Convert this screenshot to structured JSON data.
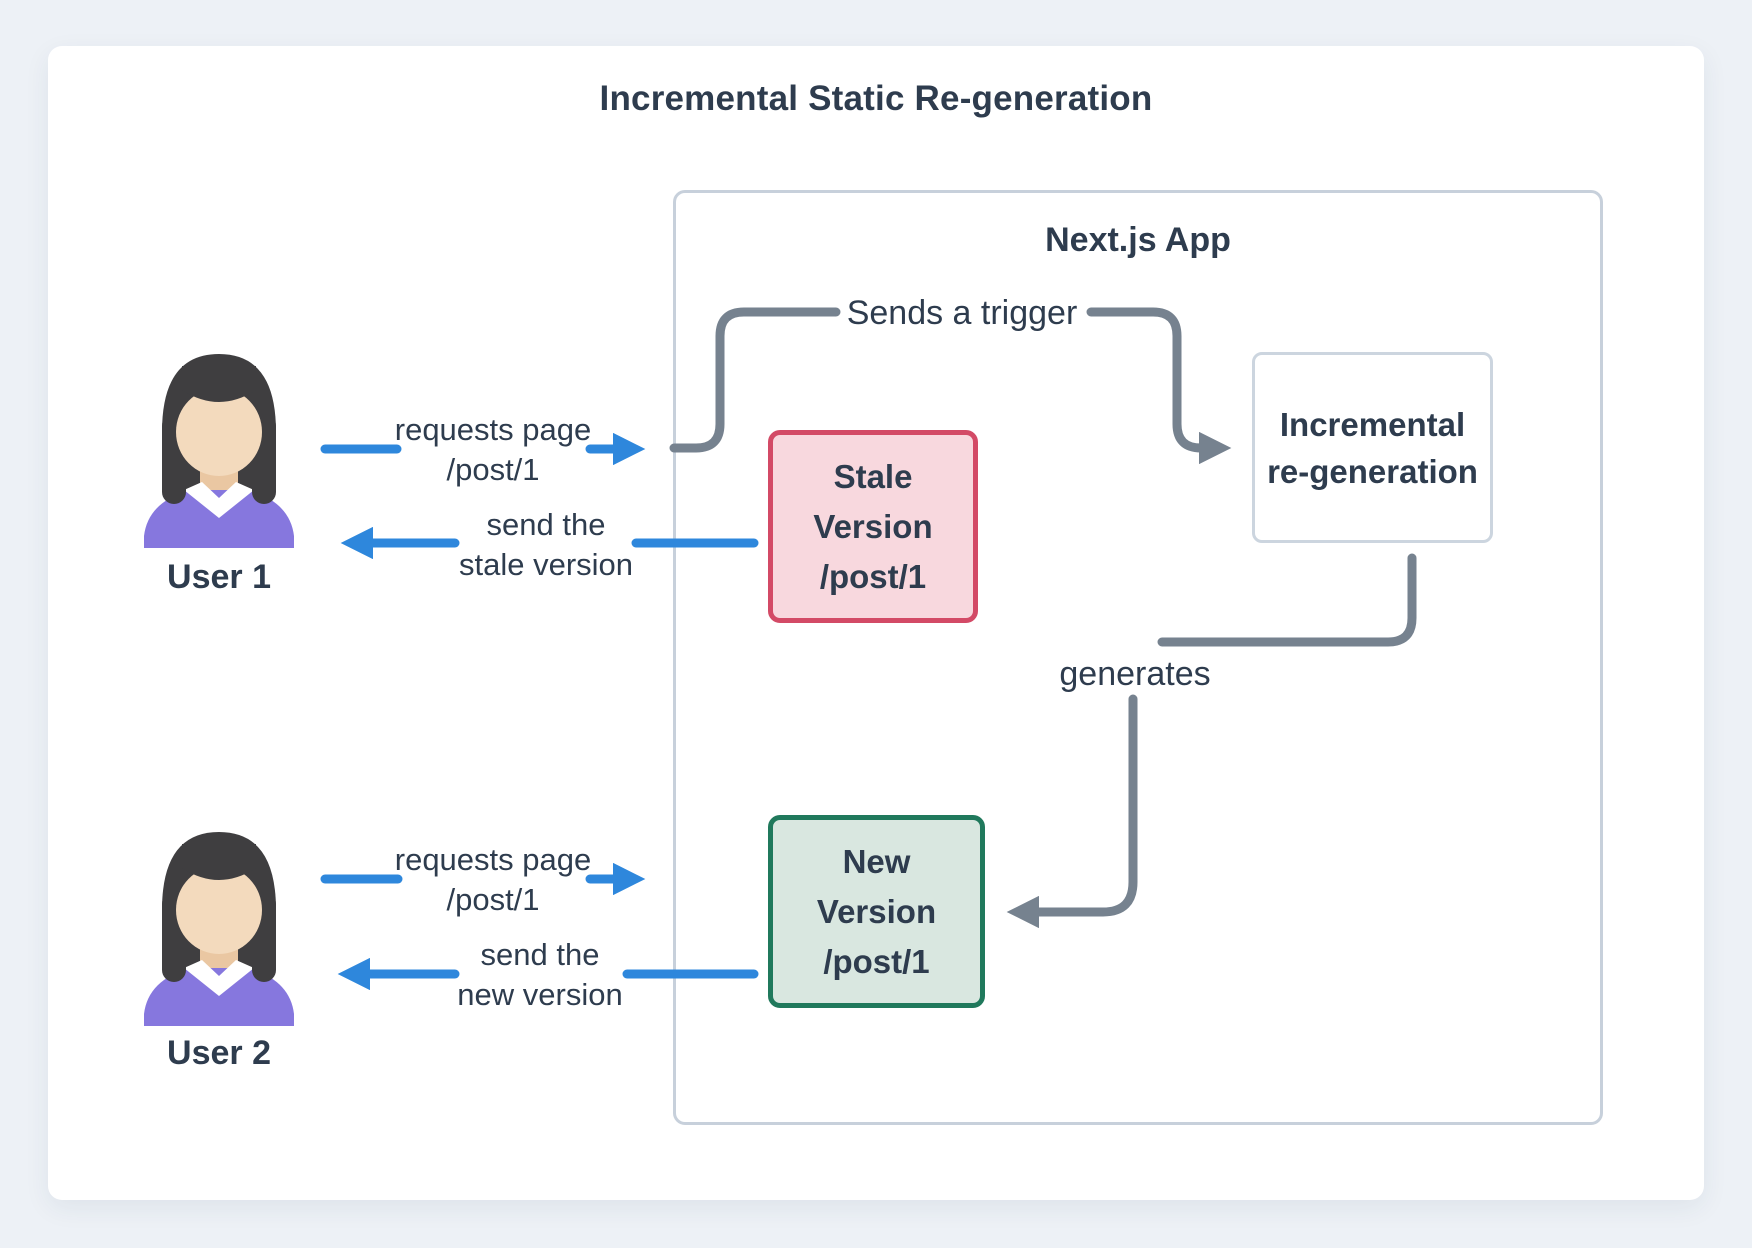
{
  "title": "Incremental Static Re-generation",
  "nextjs_app": {
    "label": "Next.js App"
  },
  "users": [
    {
      "name": "User 1"
    },
    {
      "name": "User 2"
    }
  ],
  "boxes": {
    "stale": {
      "lines": [
        "Stale",
        "Version",
        "/post/1"
      ]
    },
    "new": {
      "lines": [
        "New",
        "Version",
        "/post/1"
      ]
    },
    "incremental": {
      "lines": [
        "Incremental",
        "re-generation"
      ]
    }
  },
  "labels": {
    "user1_request": [
      "requests page",
      "/post/1"
    ],
    "user1_send": [
      "send the",
      "stale version"
    ],
    "user2_request": [
      "requests page",
      "/post/1"
    ],
    "user2_send": [
      "send the",
      "new version"
    ],
    "trigger": "Sends a trigger",
    "generates": "generates"
  },
  "colors": {
    "background": "#edf1f6",
    "card": "#ffffff",
    "text": "#2e3c4e",
    "request_arrow_blue": "#2e87dc",
    "connector_gray": "#76828f",
    "container_border": "#c7d0db",
    "stale_fill": "#f8d8de",
    "stale_border": "#d34a66",
    "new_fill": "#d9e7e0",
    "new_border": "#20795c",
    "avatar_hair": "#3f3e40",
    "avatar_skin": "#f3dabd",
    "avatar_sweater": "#8677de"
  }
}
